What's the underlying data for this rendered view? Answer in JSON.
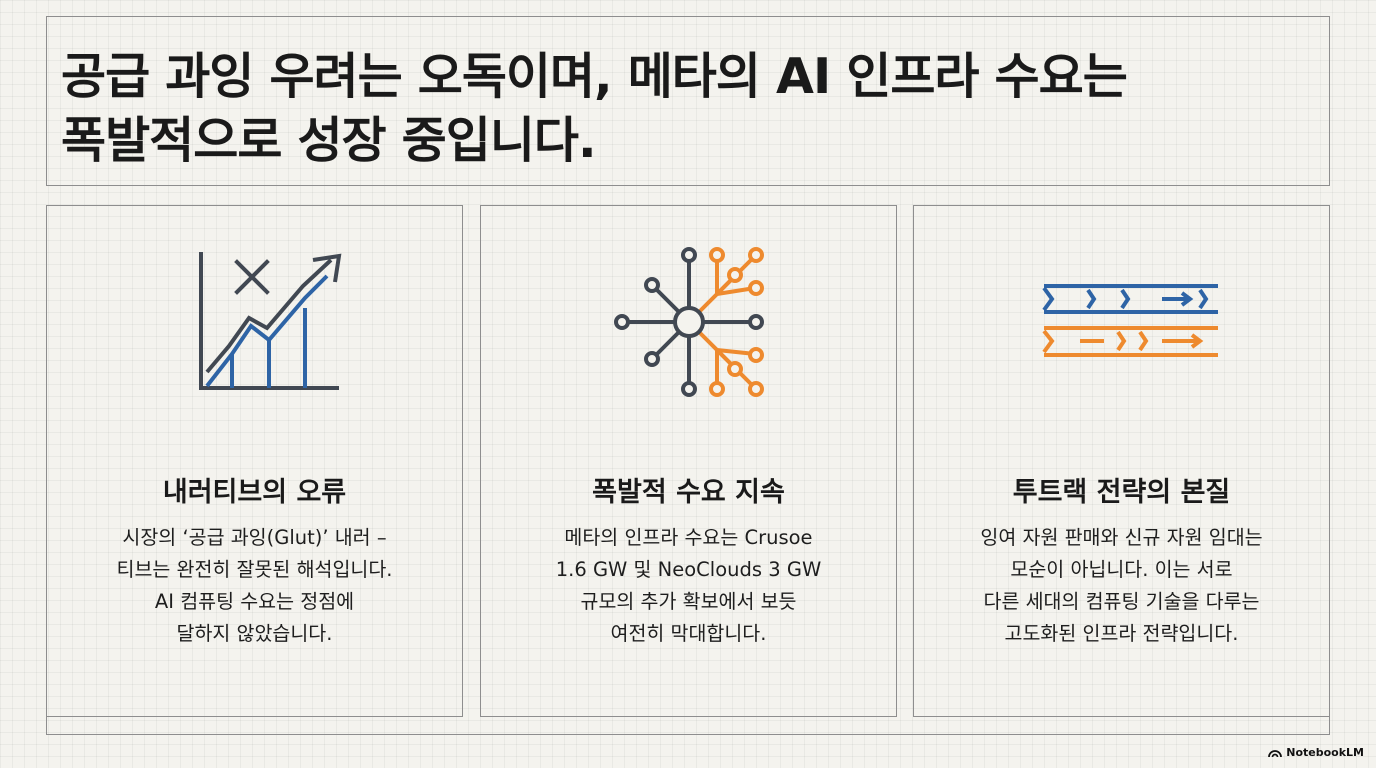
{
  "title": {
    "line1": "공급 과잉 우려는 오독이며, 메타의 AI 인프라 수요는",
    "line2": "폭발적으로 성장 중입니다."
  },
  "colors": {
    "blue": "#2e64a6",
    "orange": "#ee8a2e",
    "dark": "#414852",
    "background": "#f4f3ee"
  },
  "panels": [
    {
      "icon": "declining-then-rising-chart-icon",
      "heading": "내러티브의 오류",
      "body": [
        "시장의 ‘공급 과잉(Glut)’ 내러 –",
        "티브는 완전히 잘못된 해석입니다.",
        "AI 컴퓨팅 수요는 정점에",
        "달하지 않았습니다."
      ]
    },
    {
      "icon": "network-hub-icon",
      "heading": "폭발적 수요 지속",
      "body": [
        "메타의 인프라 수요는 Crusoe",
        "1.6 GW 및 NeoClouds 3 GW",
        "규모의 추가 확보에서 보듯",
        "여전히 막대합니다."
      ]
    },
    {
      "icon": "dual-track-arrows-icon",
      "heading": "투트랙 전략의 본질",
      "body": [
        "잉여 자원 판매와 신규 자원 임대는",
        "모순이 아닙니다. 이는 서로",
        "다른 세대의 컴퓨팅 기술을 다루는",
        "고도화된 인프라 전략입니다."
      ]
    }
  ],
  "brand": {
    "label": "NotebookLM",
    "icon": "notebooklm-logo-icon"
  }
}
